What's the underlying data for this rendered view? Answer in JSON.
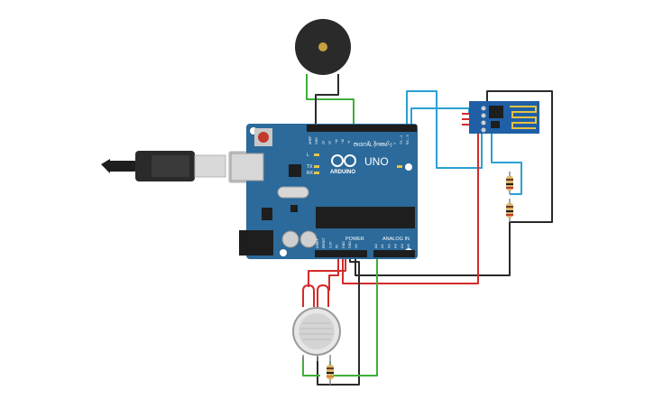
{
  "board": {
    "brand": "ARDUINO",
    "model": "UNO",
    "digital_header": "DIGITAL (PWM~)",
    "power_header": "POWER",
    "analog_header": "ANALOG IN",
    "on_label": "ON",
    "l_label": "L",
    "tx_label": "TX",
    "rx_label": "RX",
    "digital_pins": [
      "AREF",
      "GND",
      "13",
      "12",
      "~11",
      "~10",
      "~9",
      "8",
      "7",
      "~6",
      "~5",
      "4",
      "~3",
      "2",
      "TX→1",
      "RX←0"
    ],
    "power_pins": [
      "IOREF",
      "RESET",
      "3.3V",
      "5V",
      "GND",
      "GND",
      "Vin"
    ],
    "analog_pins": [
      "A0",
      "A1",
      "A2",
      "A3",
      "A4",
      "A5"
    ]
  },
  "components": {
    "usb_cable": "usb-cable",
    "buzzer": "piezo-buzzer",
    "wifi_module": "esp8266-wifi-module",
    "gas_sensor": "gas-sensor",
    "resistors": 3
  },
  "colors": {
    "board": "#2b6a9a",
    "wire_red": "#d42a2a",
    "wire_black": "#2a2a2a",
    "wire_green": "#3fae3a",
    "wire_blue": "#2aa0d4"
  }
}
